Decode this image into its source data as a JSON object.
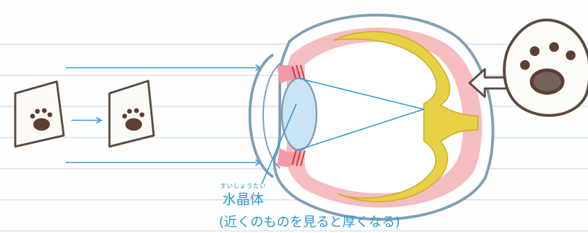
{
  "labels": {
    "lens_ruby": "すいしょうたい",
    "lens_name": "水晶体",
    "lens_note": "(近くのものを見ると厚くなる)"
  },
  "colors": {
    "ray": "#2a9bd6",
    "eye_outline": "#7f9fb5",
    "choroid": "#f4b9bd",
    "nerve": "#e7d145",
    "lens": "#c9e5f5",
    "paw": "#5c3f33"
  },
  "icons": [
    "paw-card-icon",
    "paw-bubble-icon",
    "arrow-icon"
  ]
}
